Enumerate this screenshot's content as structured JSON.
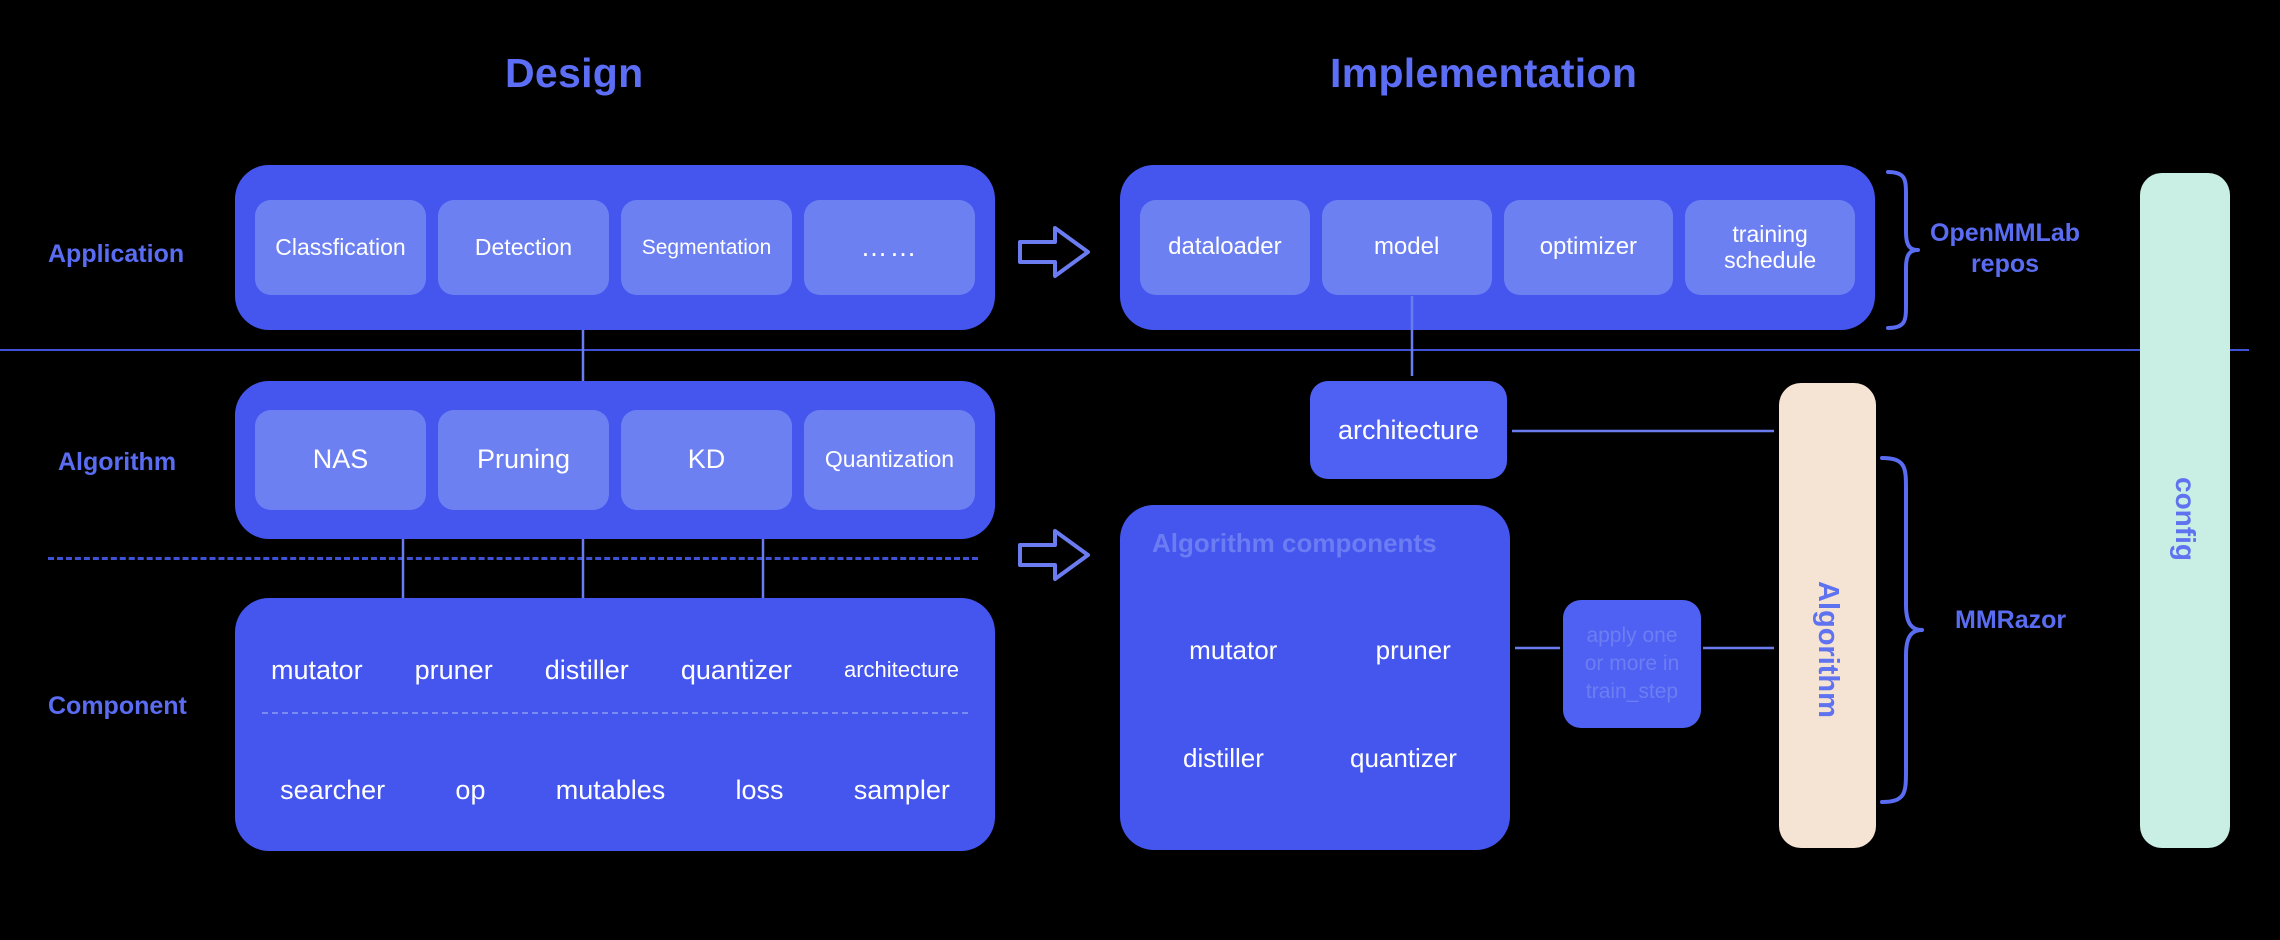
{
  "columns": {
    "design_title": "Design",
    "implementation_title": "Implementation"
  },
  "row_labels": {
    "application": "Application",
    "algorithm": "Algorithm",
    "component": "Component"
  },
  "design": {
    "application_items": [
      "Classfication",
      "Detection",
      "Segmentation",
      "……"
    ],
    "algorithm_items": [
      "NAS",
      "Pruning",
      "KD",
      "Quantization"
    ],
    "component_row1": [
      "mutator",
      "pruner",
      "distiller",
      "quantizer",
      "architecture"
    ],
    "component_row2": [
      "searcher",
      "op",
      "mutables",
      "loss",
      "sampler"
    ]
  },
  "implementation": {
    "application_items": [
      "dataloader",
      "model",
      "optimizer",
      "training schedule"
    ],
    "architecture_box": "architecture",
    "algorithm_components_title": "Algorithm components",
    "algorithm_components_row1": [
      "mutator",
      "pruner"
    ],
    "algorithm_components_row2": [
      "distiller",
      "quantizer"
    ],
    "apply_box_lines": [
      "apply one",
      "or more in",
      "train_step"
    ],
    "algorithm_bar": "Algorithm",
    "config_bar": "config"
  },
  "annotations": {
    "openmmlab_repos": "OpenMMLab repos",
    "openmmlab_repos_line1": "OpenMMLab",
    "openmmlab_repos_line2": "repos",
    "mmrazor": "MMRazor"
  },
  "icons": {
    "flow_arrow_top": "hollow-right-arrow-icon",
    "flow_arrow_bottom": "hollow-right-arrow-icon",
    "brace_top": "curly-brace-icon",
    "brace_bottom": "curly-brace-icon"
  },
  "colors": {
    "background": "#000000",
    "panel_blue": "#4456ee",
    "tile_blue": "#6d80f2",
    "accent_text": "#5a6cf2",
    "peach_bar": "#f5e3d3",
    "mint_bar": "#c9eee3",
    "line_blue": "#3f52d6",
    "white": "#ffffff"
  }
}
